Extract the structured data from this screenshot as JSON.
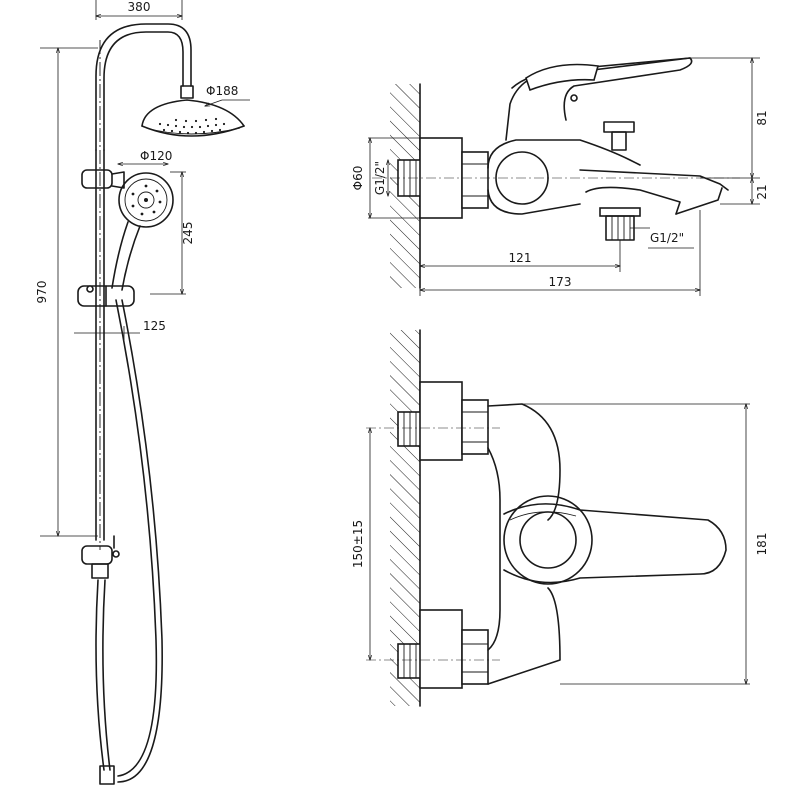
{
  "drawing": {
    "shower_column": {
      "width_label": "380",
      "head_dia_label": "Φ188",
      "hand_dia_label": "Φ120",
      "hand_height_label": "245",
      "height_label": "970",
      "offset_label": "125"
    },
    "mixer_side": {
      "dia_label": "Φ60",
      "inlet_thread_label": "G1/2\"",
      "outlet_thread_label": "G1/2\"",
      "lever_height_label": "81",
      "spout_height_label": "21",
      "spout_len_label": "121",
      "total_len_label": "173"
    },
    "mixer_top": {
      "centers_label": "150±15",
      "width_label": "181"
    }
  }
}
